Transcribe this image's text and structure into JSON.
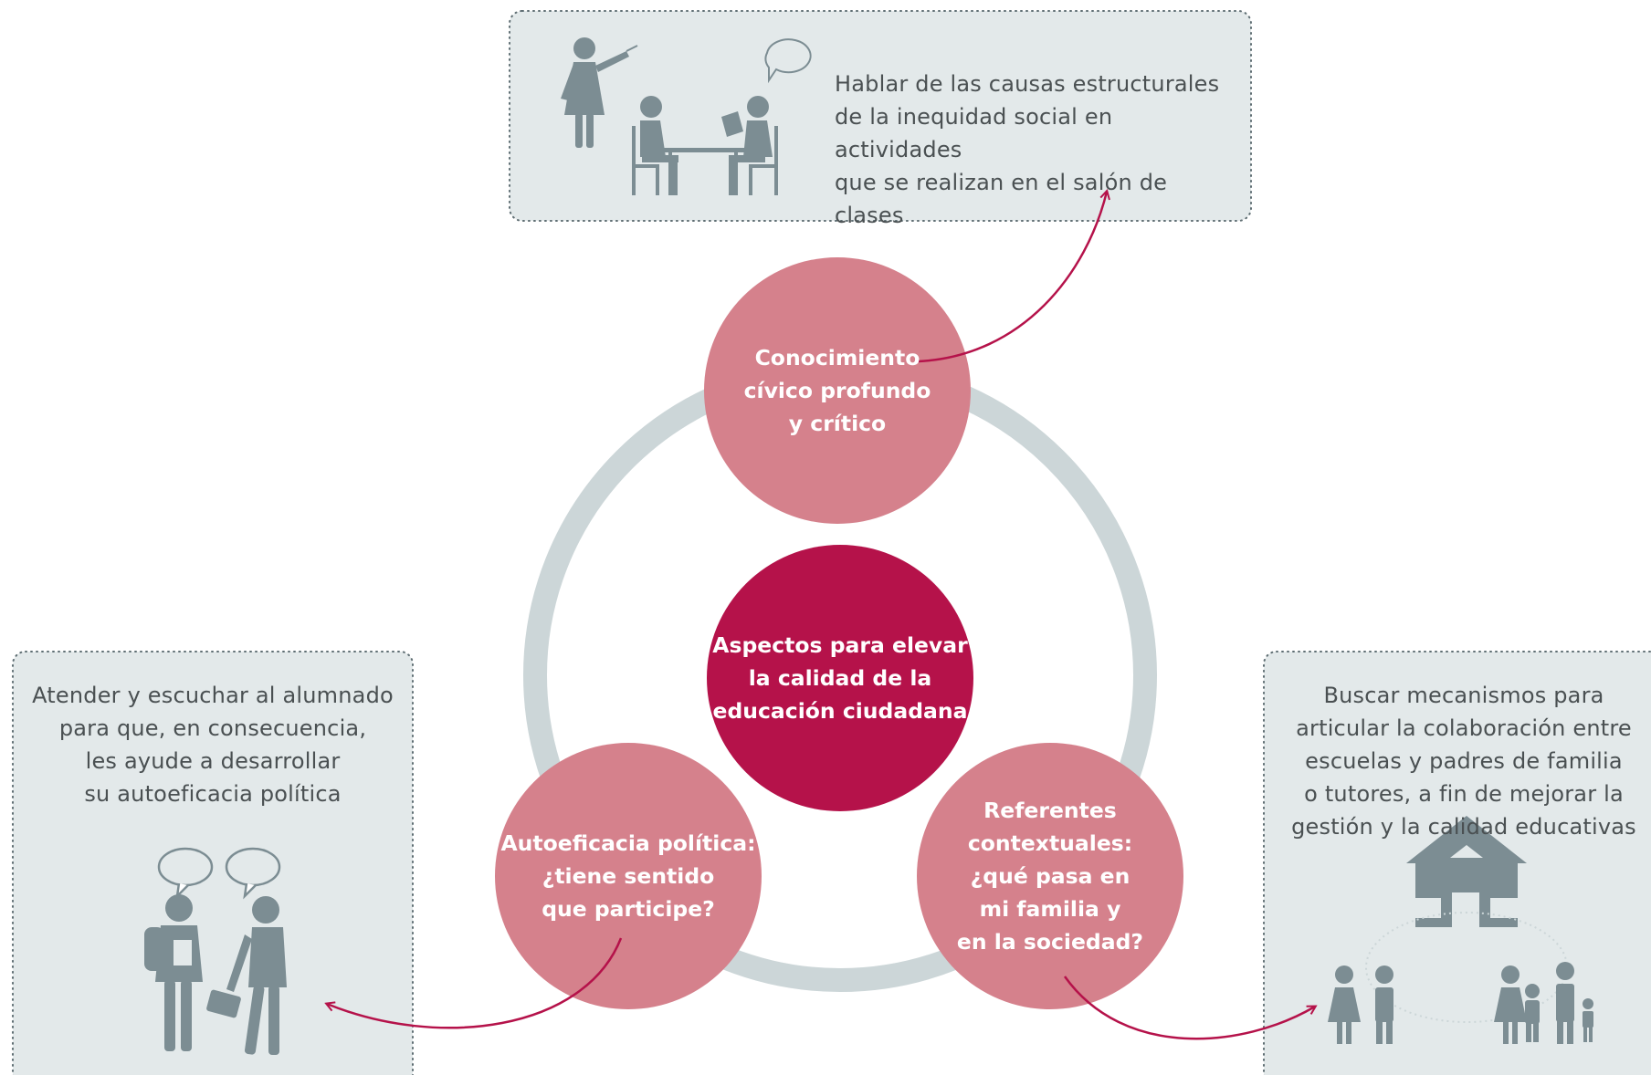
{
  "center": {
    "label": "Aspectos para elevar\nla calidad de la\neducación ciudadana"
  },
  "nodes": {
    "top": {
      "label": "Conocimiento\ncívico profundo\ny crítico"
    },
    "left": {
      "label": "Autoeficacia política:\n¿tiene sentido\nque participe?"
    },
    "right": {
      "label": "Referentes\ncontextuales:\n¿qué pasa en\nmi familia y\nen la sociedad?"
    }
  },
  "boxes": {
    "top": {
      "text": "Hablar de las causas estructurales\nde la inequidad social en actividades\nque se realizan en el salón de clases"
    },
    "left": {
      "text": "Atender y escuchar al alumnado\npara que, en consecuencia,\nles ayude a desarrollar\nsu autoeficacia política"
    },
    "right": {
      "text": "Buscar mecanismos para\narticular la colaboración entre\nescuelas y padres de familia\no tutores, a fin de mejorar la\ngestión y la calidad educativas"
    }
  },
  "icons": {
    "top": "classroom-icon",
    "left": "students-talking-icon",
    "right": "school-families-icon"
  },
  "colors": {
    "center": "#b5124a",
    "node": "#d5818c",
    "ring": "#ccd6d8",
    "box": "#e3e9ea",
    "icon": "#7c8d93",
    "arrow": "#b5124a"
  }
}
